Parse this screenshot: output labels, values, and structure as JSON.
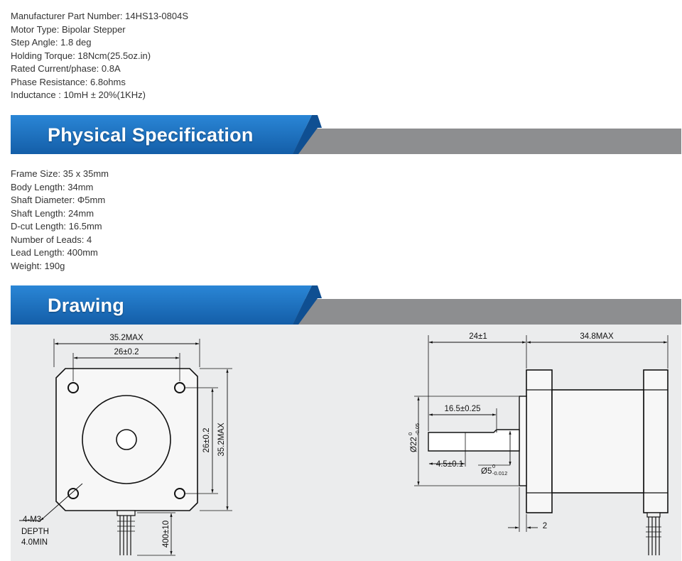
{
  "electrical_specs": [
    "Manufacturer Part Number: 14HS13-0804S",
    "Motor Type: Bipolar Stepper",
    "Step Angle: 1.8 deg",
    "Holding Torque: 18Ncm(25.5oz.in)",
    "Rated Current/phase: 0.8A",
    "Phase Resistance: 6.8ohms",
    "Inductance : 10mH ± 20%(1KHz)"
  ],
  "sections": {
    "physical_title": "Physical Specification",
    "drawing_title": "Drawing"
  },
  "physical_specs": [
    "Frame Size: 35 x 35mm",
    "Body Length: 34mm",
    "Shaft Diameter: Φ5mm",
    "Shaft Length: 24mm",
    "D-cut Length: 16.5mm",
    "Number of Leads: 4",
    "Lead Length: 400mm",
    "Weight: 190g"
  ],
  "drawing": {
    "front_view": {
      "overall_width": "35.2MAX",
      "hole_spacing_h": "26±0.2",
      "hole_spacing_v": "26±0.2",
      "overall_height": "35.2MAX",
      "mount_thread": "4-M3",
      "depth_label": "DEPTH",
      "depth_value": "4.0MIN",
      "lead_length": "400±10"
    },
    "side_view": {
      "shaft_length": "24±1",
      "body_length": "34.8MAX",
      "dcut_length": "16.5±0.25",
      "boss_diameter": "Ø22",
      "boss_tol_upper": "0",
      "boss_tol_lower": "-0.05",
      "flat_length": "4.5±0.1",
      "shaft_diameter": "Ø5",
      "shaft_tol_upper": "0",
      "shaft_tol_lower": "-0.012",
      "flange_thickness": "2"
    }
  },
  "colors": {
    "banner_blue": "#1a6fbf",
    "banner_gray": "#8d8e90",
    "drawing_bg": "#ebeced"
  }
}
